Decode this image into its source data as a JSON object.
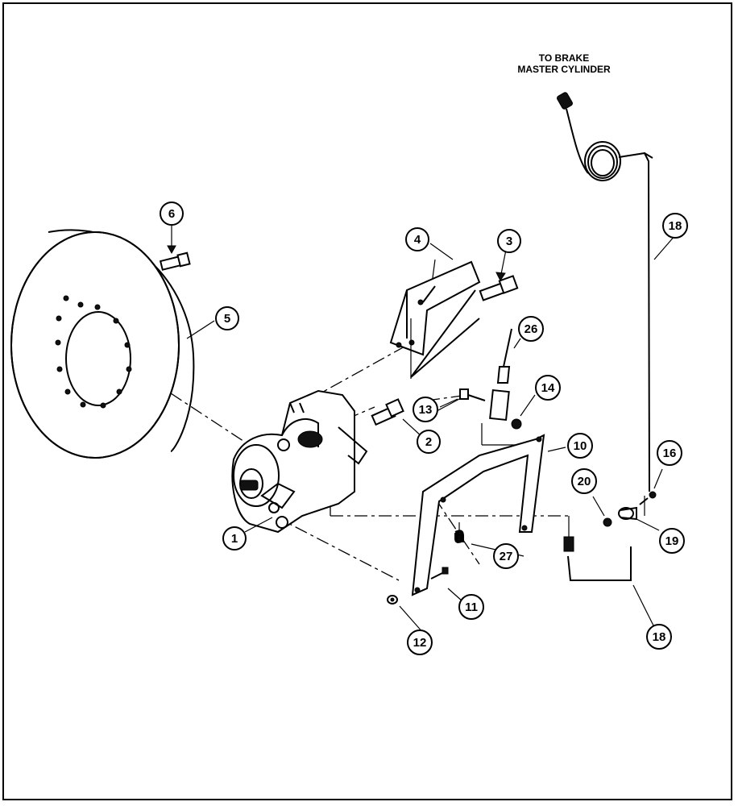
{
  "annotation": {
    "line1": "TO BRAKE",
    "line2": "MASTER CYLINDER"
  },
  "callouts": [
    "1",
    "2",
    "3",
    "4",
    "5",
    "6",
    "10",
    "11",
    "12",
    "13",
    "14",
    "16",
    "18",
    "18",
    "19",
    "20",
    "26",
    "27"
  ],
  "colors": {
    "ink": "#000000",
    "paper": "#ffffff"
  }
}
